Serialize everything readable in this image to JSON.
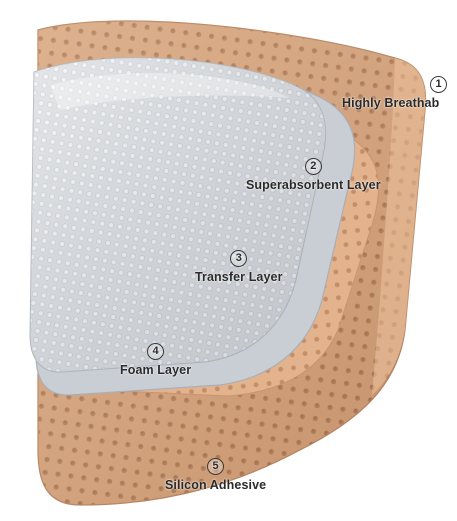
{
  "layers": [
    {
      "number": "1",
      "label": "Highly Breathab"
    },
    {
      "number": "2",
      "label": "Superabsorbent Layer"
    },
    {
      "number": "3",
      "label": "Transfer Layer"
    },
    {
      "number": "4",
      "label": "Foam Layer"
    },
    {
      "number": "5",
      "label": "Silicon Adhesive"
    }
  ],
  "colors": {
    "adhesive_tan": "#d9a57c",
    "adhesive_hole": "#b9805a",
    "transfer_layer": "#e6b48c",
    "superabsorbent": "#c7ccd3",
    "foam_pad": "#dcdfe3",
    "label_text": "#2a2a2a"
  }
}
